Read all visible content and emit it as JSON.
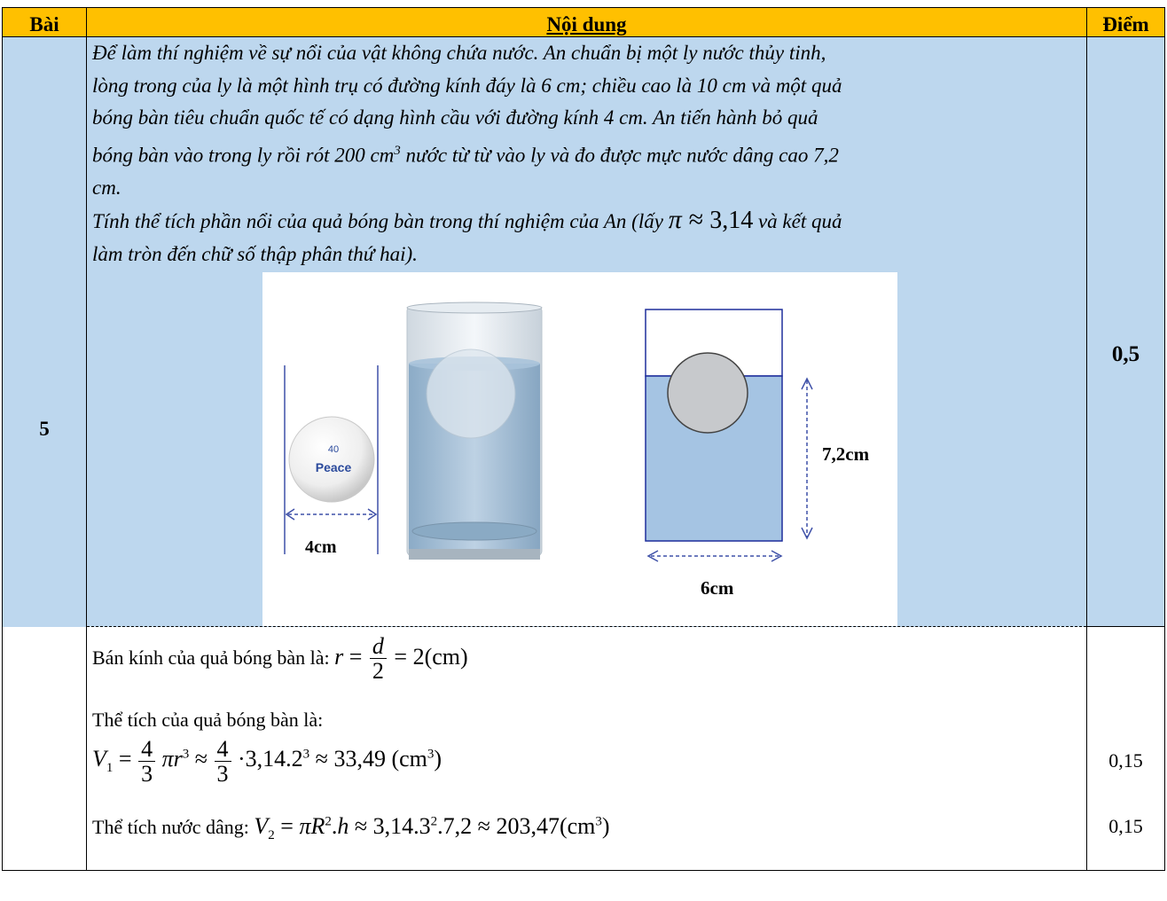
{
  "header": {
    "col1": "Bài",
    "col2": "Nội dung",
    "col3": "Điểm"
  },
  "problem": {
    "number": "5",
    "points": "0,5",
    "line1": "Để làm thí nghiệm về sự nổi của vật không chứa nước. An chuẩn bị một ly nước thủy tinh,",
    "line2": "lòng trong của ly là một hình trụ có đường kính đáy là 6 cm; chiều cao là 10 cm và một quả",
    "line3": "bóng bàn tiêu chuẩn quốc tế có dạng hình cầu với đường kính 4 cm. An tiến hành bỏ quả",
    "line4a": "bóng bàn vào trong ly rồi rót 200 cm",
    "line4sup": "3",
    "line4b": " nước từ từ vào ly và đo được mực nước dâng cao 7,2",
    "line5": "cm.",
    "line6a": "Tính thể tích phần nổi của quả bóng bàn trong thí nghiệm của An (lấy ",
    "line6pi": "π ≈ ",
    "line6num": "3,14",
    "line6b": " và kết quả",
    "line7": "làm tròn đến chữ số thập phân thứ hai)."
  },
  "figure": {
    "ball_label": "4cm",
    "ball_brand": "Peace",
    "ball_number": "40",
    "height_label": "7,2cm",
    "width_label": "6cm"
  },
  "solution": {
    "radius_label": "Bán kính của quả bóng bàn là:",
    "volume_ball_label": "Thể tích của quả bóng bàn là:",
    "volume_water_label": "Thể tích nước dâng:",
    "points1": "0,15",
    "points2": "0,15"
  }
}
